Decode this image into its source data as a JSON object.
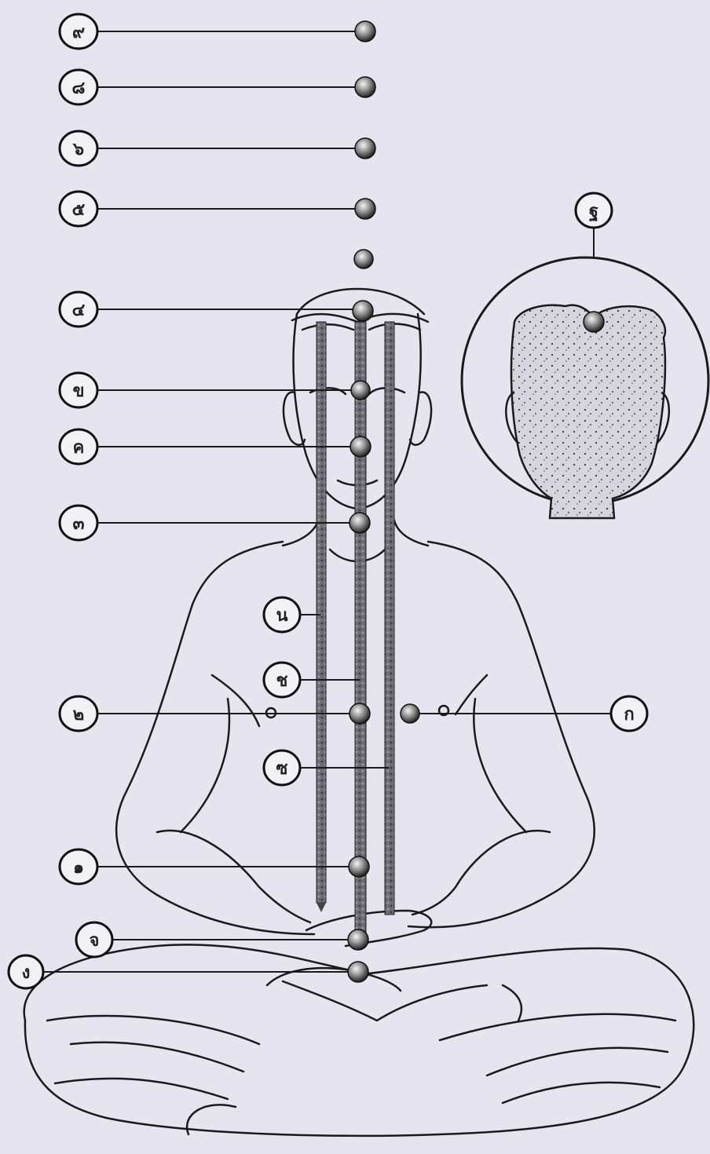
{
  "labels": [
    {
      "id": "9",
      "text": "๙"
    },
    {
      "id": "8",
      "text": "๘"
    },
    {
      "id": "7",
      "text": "๖"
    },
    {
      "id": "6",
      "text": "๕"
    },
    {
      "id": "5",
      "text": "๔"
    },
    {
      "id": "kho",
      "text": "ข"
    },
    {
      "id": "kho2",
      "text": "ค"
    },
    {
      "id": "3",
      "text": "๓"
    },
    {
      "id": "no",
      "text": "น"
    },
    {
      "id": "cho",
      "text": "ช"
    },
    {
      "id": "2",
      "text": "๒"
    },
    {
      "id": "cho2",
      "text": "ซ"
    },
    {
      "id": "1",
      "text": "๑"
    },
    {
      "id": "jo",
      "text": "จ"
    },
    {
      "id": "ngo",
      "text": "ง"
    },
    {
      "id": "ko",
      "text": "ก"
    },
    {
      "id": "inset",
      "text": "ฐ"
    }
  ]
}
